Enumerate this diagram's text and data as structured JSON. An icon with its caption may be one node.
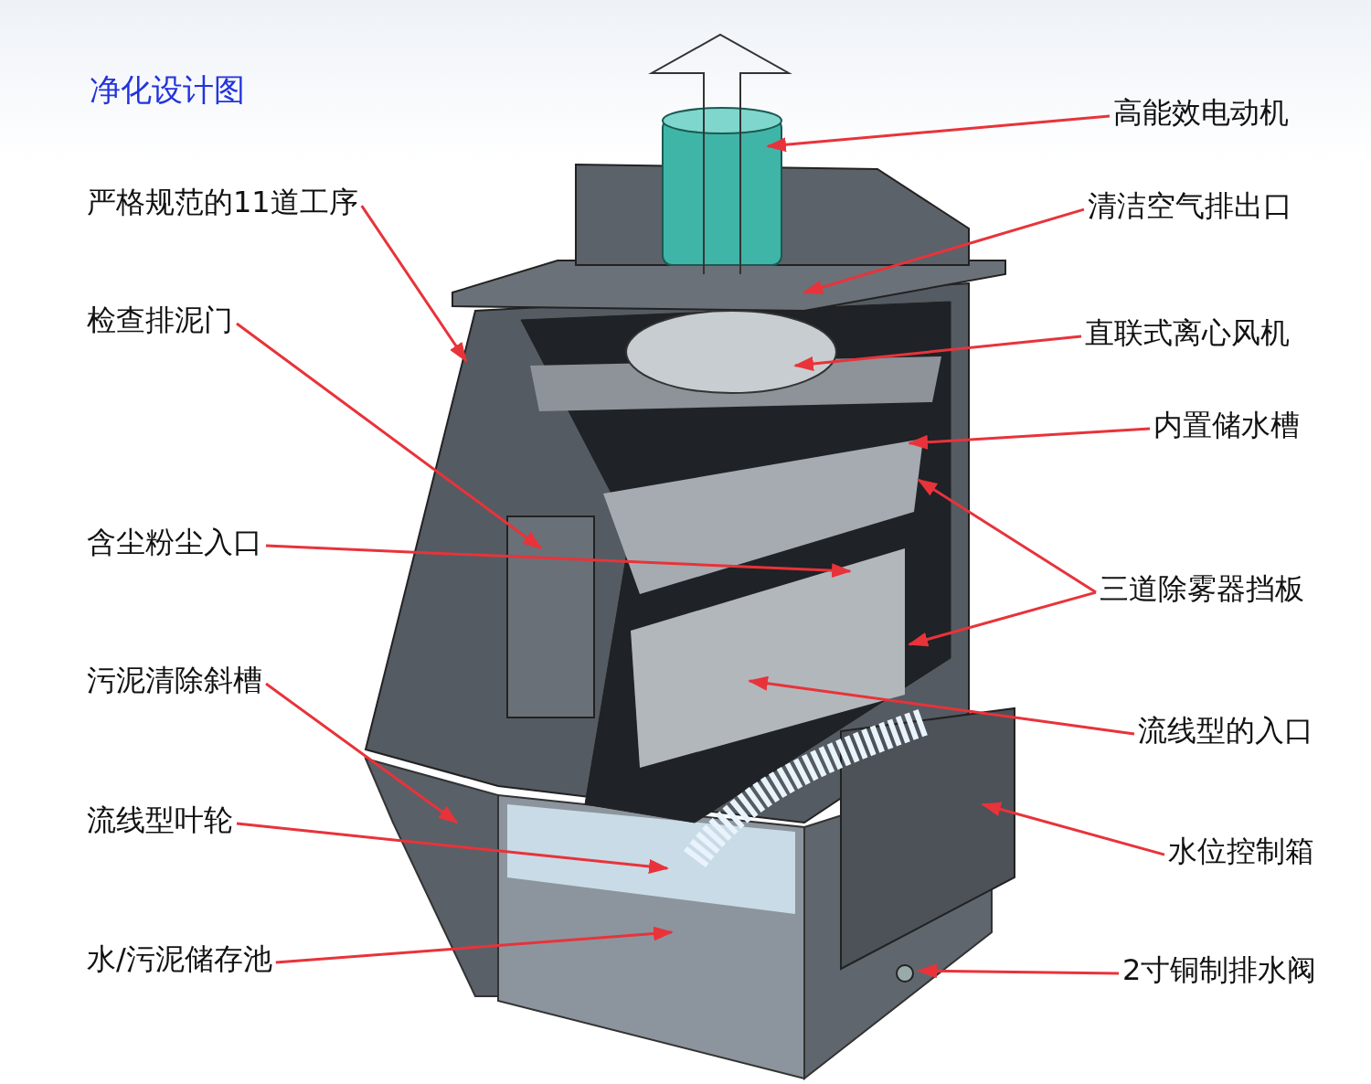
{
  "diagram": {
    "title": "净化设计图",
    "nodes": [
      {
        "text": [
          "高能效电动机"
        ]
      },
      {
        "text": [
          "严格规范的11道工序"
        ]
      },
      {
        "text": [
          "清洁空气排出口"
        ]
      },
      {
        "text": [
          "检查排泥门"
        ]
      },
      {
        "text": [
          "直联式离心风机"
        ]
      },
      {
        "text": [
          "内置储水槽"
        ]
      },
      {
        "text": [
          "含尘粉尘入口"
        ]
      },
      {
        "text": [
          "三道除雾器挡板"
        ]
      },
      {
        "text": [
          "污泥清除斜槽"
        ]
      },
      {
        "text": [
          "流线型的入口"
        ]
      },
      {
        "text": [
          "流线型叶轮"
        ]
      },
      {
        "text": [
          "水位控制箱"
        ]
      },
      {
        "text": [
          "水/污泥储存池"
        ]
      },
      {
        "text": [
          "2寸铜制排水阀"
        ]
      }
    ],
    "edges": [
      {
        "from": 0,
        "to": null,
        "arrow": "to"
      },
      {
        "from": 1,
        "to": null,
        "arrow": "to"
      },
      {
        "from": 2,
        "to": null,
        "arrow": "to"
      },
      {
        "from": 3,
        "to": null,
        "arrow": "to"
      },
      {
        "from": 4,
        "to": null,
        "arrow": "to"
      },
      {
        "from": 5,
        "to": null,
        "arrow": "to"
      },
      {
        "from": 6,
        "to": null,
        "arrow": "to"
      },
      {
        "from": 7,
        "to": null,
        "arrow": "to"
      },
      {
        "from": 7,
        "to": null,
        "arrow": "to"
      },
      {
        "from": 8,
        "to": null,
        "arrow": "to"
      },
      {
        "from": 9,
        "to": null,
        "arrow": "to"
      },
      {
        "from": 10,
        "to": null,
        "arrow": "to"
      },
      {
        "from": 11,
        "to": null,
        "arrow": "to"
      },
      {
        "from": 12,
        "to": null,
        "arrow": "to"
      },
      {
        "from": 13,
        "to": null,
        "arrow": "to"
      }
    ]
  }
}
